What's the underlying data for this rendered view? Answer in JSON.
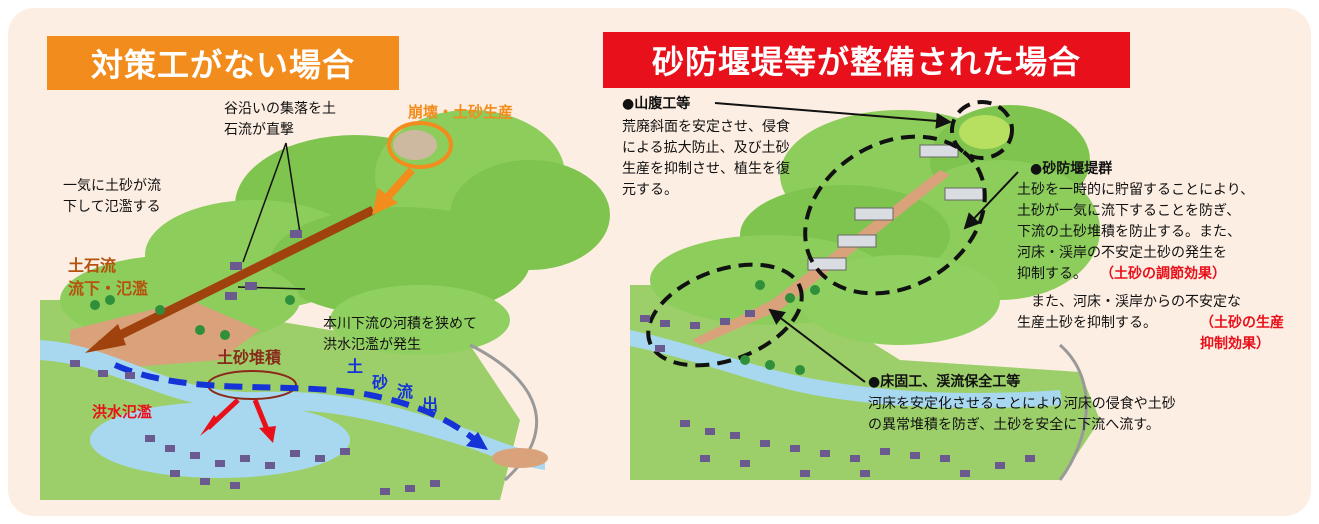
{
  "left_panel": {
    "title": "対策工がない場合",
    "labels": {
      "village_direct_hit": "谷沿いの集落を土\n石流が直撃",
      "collapse_sediment": "崩壊・土砂生産",
      "sudden_overflow": "一気に土砂が流\n下して氾濫する",
      "debris_flow": "土石流\n流下・氾濫",
      "river_narrowing": "本川下流の河積を狭めて\n洪水氾濫が発生",
      "sediment_deposit": "土砂堆積",
      "flood_overflow": "洪水氾濫",
      "sediment_outflow_chars": [
        "土",
        "砂",
        "流",
        "出"
      ]
    },
    "colors": {
      "banner": "#f28c1c",
      "debris_arrow": "#a0420e",
      "outflow_arrow": "#1533d6",
      "flood_arrow": "#e8101a"
    }
  },
  "right_panel": {
    "title": "砂防堰堤等が整備された場合",
    "hillside_works": {
      "heading": "●山腹工等",
      "body": "荒廃斜面を安定させ、侵食\nによる拡大防止、及び土砂\n生産を抑制させ、植生を復\n元する。"
    },
    "check_dams": {
      "heading": "●砂防堰堤群",
      "body1": "土砂を一時的に貯留することにより、\n土砂が一気に流下することを防ぎ、\n下流の土砂堆積を防止する。また、\n河床・渓岸の不安定土砂の発生を\n抑制する。",
      "effect1": "（土砂の調節効果）",
      "body2": "　また、河床・渓岸からの不安定な\n生産土砂を抑制する。",
      "effect2": "（土砂の生産\n抑制効果）"
    },
    "bed_works": {
      "heading": "●床固工、渓流保全工等",
      "body": "河床を安定化させることにより河床の侵食や土砂\nの異常堆積を防ぎ、土砂を安全に下流へ流す。"
    },
    "colors": {
      "banner": "#e8101a",
      "effect_text": "#e8101a"
    }
  },
  "background_color": "#fdeee3"
}
